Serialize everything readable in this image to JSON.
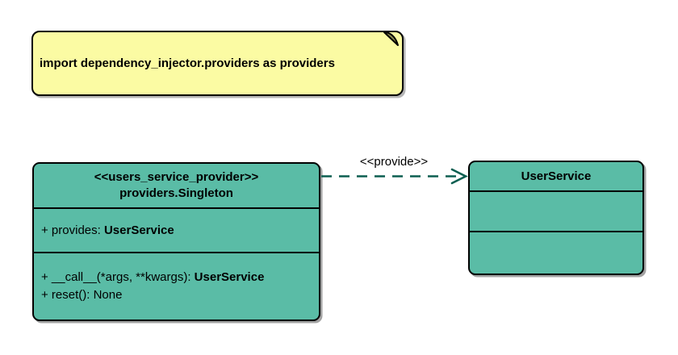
{
  "diagram": {
    "note": {
      "text": "import dependency_injector.providers as providers"
    },
    "provider_class": {
      "stereotype": "<<users_service_provider>>",
      "name": "providers.Singleton",
      "attributes": [
        {
          "label": "+ provides: ",
          "type": "UserService"
        }
      ],
      "methods": [
        {
          "label": "+ __call__(*args, **kwargs): ",
          "type": "UserService"
        },
        {
          "label": "+ reset(): None",
          "type": ""
        }
      ]
    },
    "service_class": {
      "name": "UserService"
    },
    "edge": {
      "label": "<<provide>>"
    },
    "colors": {
      "class_fill": "#5ABCA6",
      "note_fill": "#FBFBA3",
      "note_fold": "#8F8F53",
      "arrow": "#0C5F51",
      "border": "#000000",
      "background": "#FFFFFF"
    }
  }
}
